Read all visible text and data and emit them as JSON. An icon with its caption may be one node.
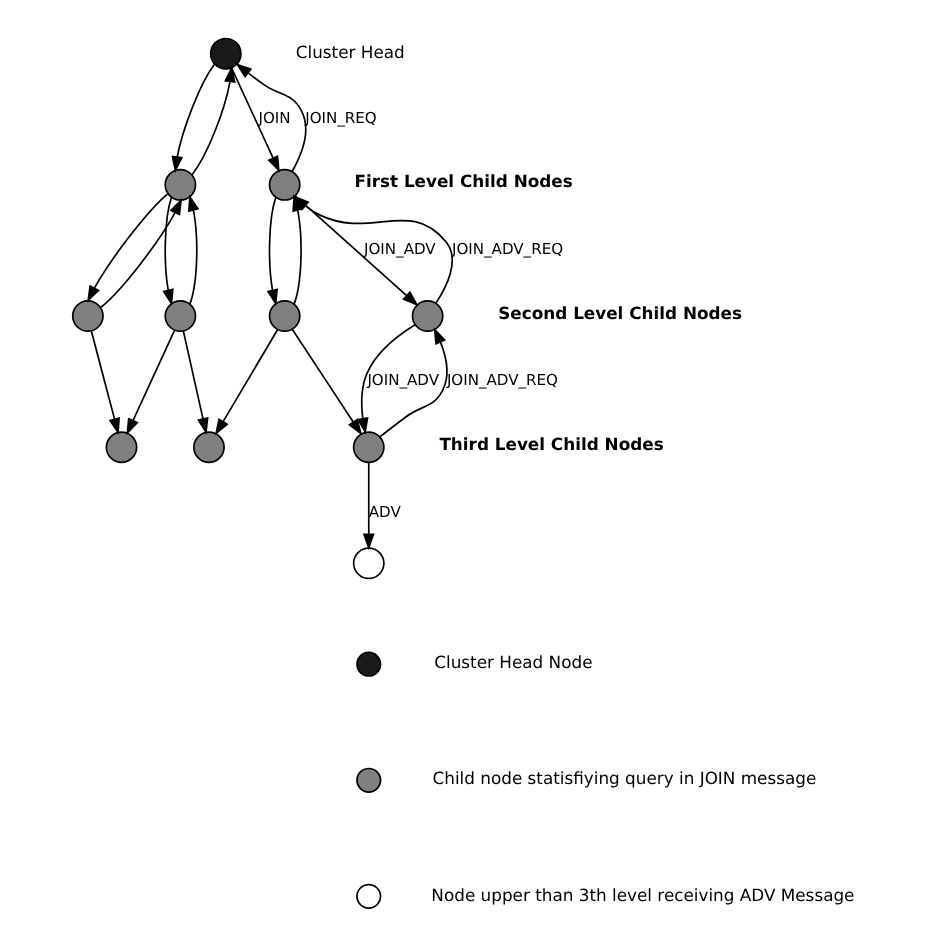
{
  "diagram": {
    "nodes": [
      {
        "text": [],
        "shape": "circle",
        "beside": [
          "Cluster Head"
        ]
      },
      {
        "text": [],
        "shape": "circle"
      },
      {
        "text": [],
        "shape": "circle"
      },
      {
        "text": [],
        "shape": "circle"
      },
      {
        "text": [],
        "shape": "circle"
      },
      {
        "text": [],
        "shape": "circle"
      },
      {
        "text": [],
        "shape": "circle"
      },
      {
        "text": [],
        "shape": "circle"
      },
      {
        "text": [],
        "shape": "circle"
      },
      {
        "text": [],
        "shape": "circle"
      },
      {
        "text": [],
        "shape": "circle"
      }
    ],
    "edges": [
      {
        "from": 0,
        "to": 1,
        "arrow": "to"
      },
      {
        "from": 1,
        "to": 0,
        "arrow": "to"
      },
      {
        "from": 0,
        "to": 2,
        "arrow": "to",
        "label": "JOIN"
      },
      {
        "from": 2,
        "to": 0,
        "arrow": "to",
        "label": "JOIN_REQ"
      },
      {
        "from": 1,
        "to": 3,
        "arrow": "to"
      },
      {
        "from": 3,
        "to": 1,
        "arrow": "to"
      },
      {
        "from": 1,
        "to": 4,
        "arrow": "to"
      },
      {
        "from": 4,
        "to": 1,
        "arrow": "to"
      },
      {
        "from": 2,
        "to": 5,
        "arrow": "to"
      },
      {
        "from": 5,
        "to": 2,
        "arrow": "to"
      },
      {
        "from": 2,
        "to": 6,
        "arrow": "to",
        "label": "JOIN_ADV"
      },
      {
        "from": 6,
        "to": 2,
        "arrow": "to",
        "label": "JOIN_ADV_REQ"
      },
      {
        "from": 3,
        "to": 7,
        "arrow": "to"
      },
      {
        "from": 4,
        "to": 7,
        "arrow": "to"
      },
      {
        "from": 4,
        "to": 8,
        "arrow": "to"
      },
      {
        "from": 5,
        "to": 8,
        "arrow": "to"
      },
      {
        "from": 5,
        "to": 9,
        "arrow": "to"
      },
      {
        "from": 6,
        "to": 9,
        "arrow": "to",
        "label": "JOIN_ADV"
      },
      {
        "from": 9,
        "to": 6,
        "arrow": "to",
        "label": "JOIN_ADV_REQ"
      },
      {
        "from": 9,
        "to": 10,
        "arrow": "to",
        "label": "ADV"
      }
    ],
    "labels": [
      "First Level Child Nodes",
      "Second Level Child Nodes",
      "Third Level Child Nodes"
    ],
    "legend": [
      {
        "text": "Cluster Head Node",
        "color": "#1a1a1a"
      },
      {
        "text": "Child node statisfiying query in JOIN message",
        "color": "#808080"
      },
      {
        "text": "Node upper than 3th level receiving ADV Message",
        "color": "#ffffff"
      }
    ]
  }
}
